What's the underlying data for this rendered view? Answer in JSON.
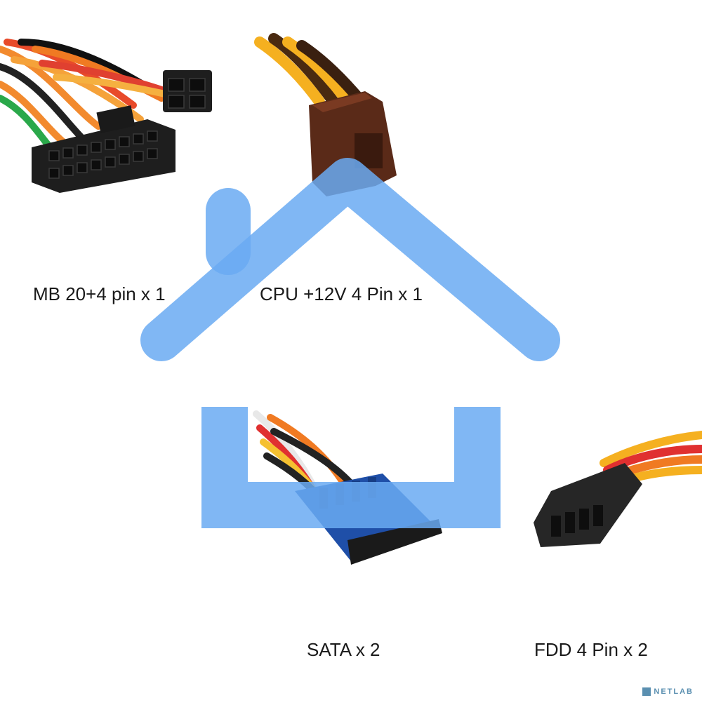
{
  "labels": {
    "mb": "MB 20+4 pin x 1",
    "cpu": "CPU +12V 4 Pin x 1",
    "sata": "SATA x 2",
    "fdd": "FDD 4 Pin x 2"
  },
  "watermark": {
    "text": "NETLAB"
  },
  "overlay": {
    "icon": "home-icon",
    "color": "#6aaaf2"
  }
}
